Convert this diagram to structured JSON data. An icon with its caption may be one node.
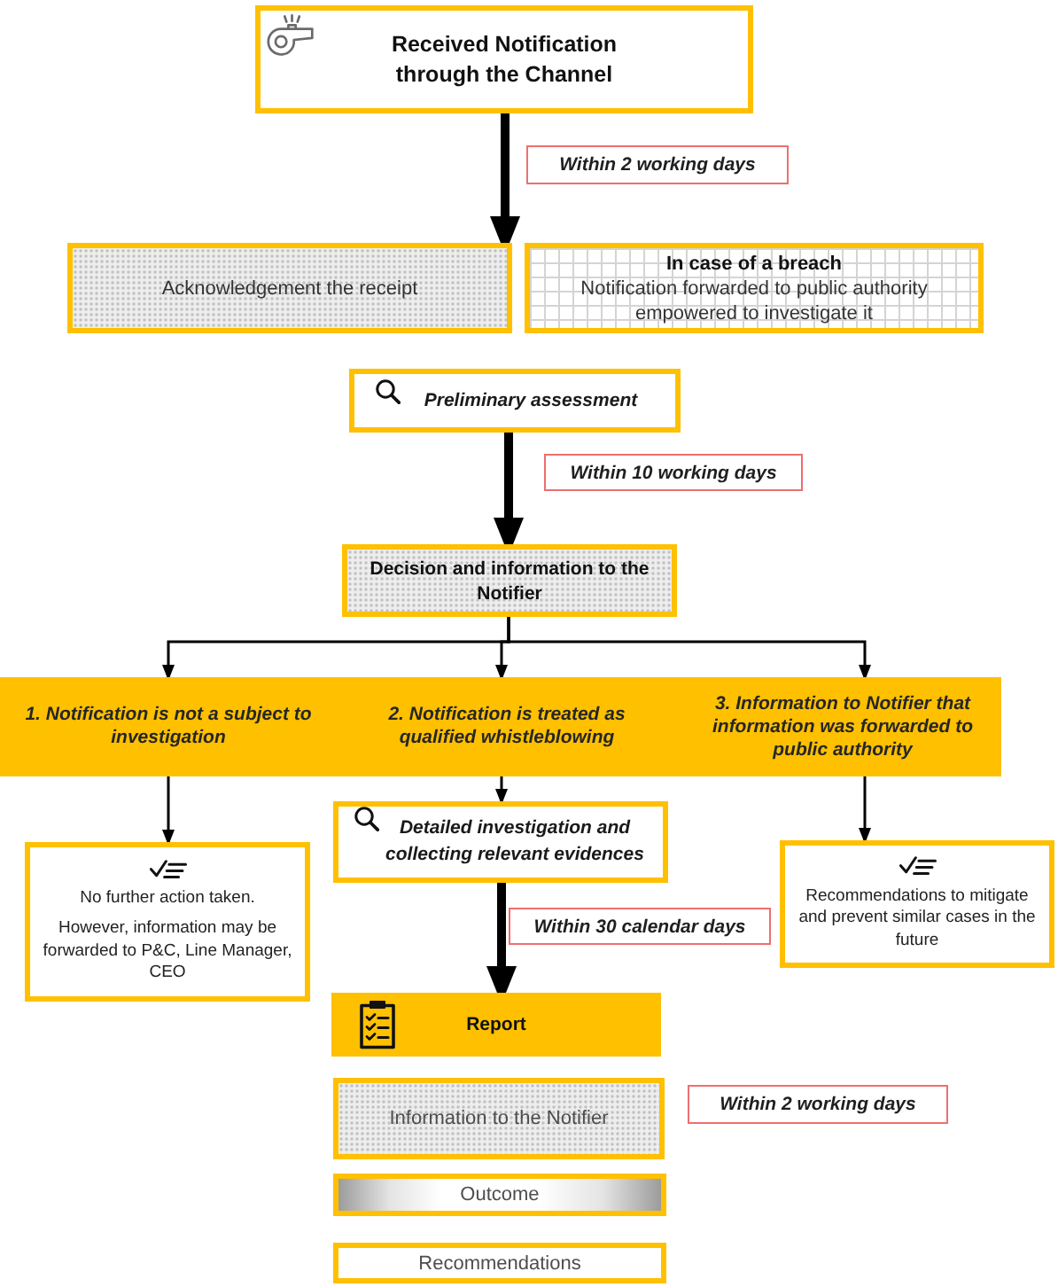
{
  "diagram": {
    "nodes": [
      {
        "text": [
          "Received Notification through the Channel"
        ]
      },
      {
        "text": [
          "Acknowledgement the receipt"
        ]
      },
      {
        "text": [
          "In case of a breach",
          "Notification forwarded to public authority empowered to investigate it"
        ]
      },
      {
        "text": [
          "Preliminary assessment"
        ]
      },
      {
        "text": [
          "Decision and information to the Notifier"
        ]
      },
      {
        "text": [],
        "shape": "box"
      },
      {
        "text": [
          "1. Notification is not a subject to investigation"
        ],
        "in": 5
      },
      {
        "text": [
          "2. Notification is treated as qualified whistleblowing"
        ],
        "in": 5
      },
      {
        "text": [
          "3. Information to Notifier that information was forwarded to public authority"
        ],
        "in": 5
      },
      {
        "text": [
          "No further action taken.",
          "However, information may be forwarded to P&C, Line Manager, CEO"
        ]
      },
      {
        "text": [
          "Detailed investigation and collecting relevant evidences"
        ]
      },
      {
        "text": [
          "Recommendations to mitigate and prevent similar cases in the future"
        ]
      },
      {
        "text": [
          "Report"
        ]
      },
      {
        "text": [
          "Information to the Notifier"
        ],
        "beside": [
          "Within 2 working days"
        ]
      },
      {
        "text": [
          "Outcome"
        ]
      },
      {
        "text": [
          "Recommendations"
        ]
      }
    ],
    "edges": [
      {
        "from": 0,
        "to": 1,
        "arrow": "to",
        "label": "Within 2 working days",
        "style": "thick"
      },
      {
        "from": 3,
        "to": 4,
        "arrow": "to",
        "label": "Within 10 working days",
        "style": "thick"
      },
      {
        "from": 4,
        "to": 6,
        "arrow": "to"
      },
      {
        "from": 4,
        "to": 7,
        "arrow": "to"
      },
      {
        "from": 4,
        "to": 8,
        "arrow": "to"
      },
      {
        "from": 6,
        "to": 9,
        "arrow": "to"
      },
      {
        "from": 7,
        "to": 10,
        "arrow": "to"
      },
      {
        "from": 8,
        "to": 11,
        "arrow": "to"
      },
      {
        "from": 10,
        "to": 12,
        "arrow": "to",
        "label": "Within 30 calendar days",
        "style": "thick"
      }
    ]
  }
}
